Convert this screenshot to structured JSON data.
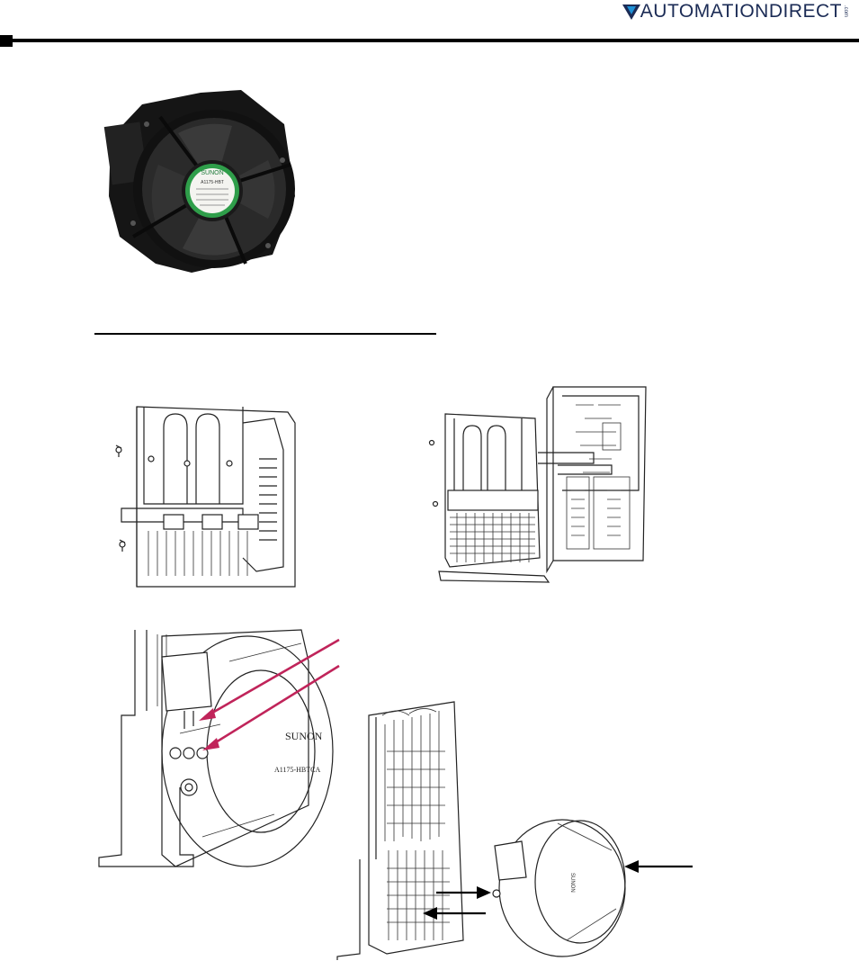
{
  "header": {
    "brand_prefix": "AUTOMATIONDIRECT",
    "brand_suffix": ".com",
    "brand_color": "#1b2b55",
    "accent_color": "#1e90d6"
  },
  "fan_photo": {
    "label_brand": "SUNON",
    "label_model": "A1175-HBT"
  },
  "drawings": {
    "fan_label_brand": "SUNON",
    "fan_label_model": "A1175-HBTCA"
  },
  "colors": {
    "callout_arrow": "#c0245a",
    "rule": "#000000"
  }
}
